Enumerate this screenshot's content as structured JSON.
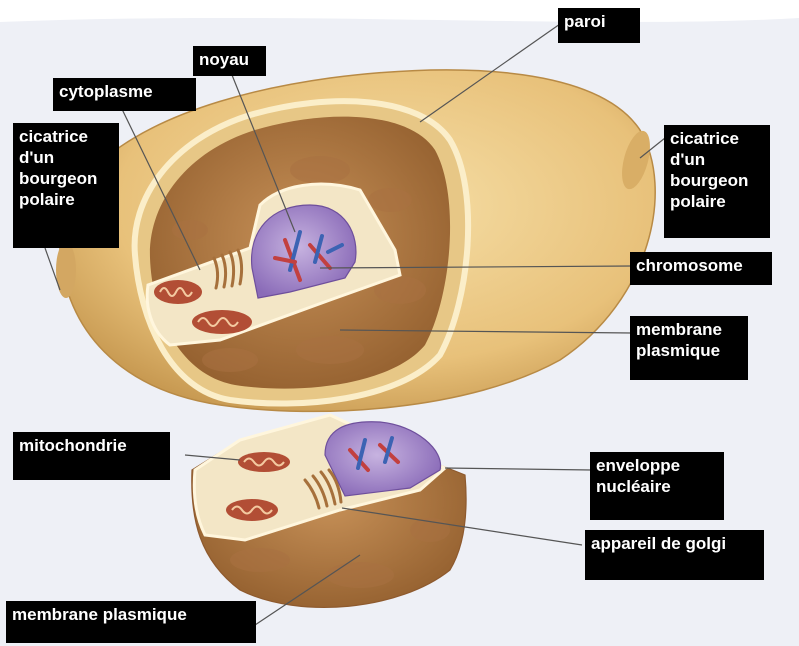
{
  "labels": {
    "paroi": "paroi",
    "noyau": "noyau",
    "cytoplasme": "cytoplasme",
    "cicatrice_left": "cicatrice\n d'un\nbourgeon\n polaire",
    "cicatrice_right": "cicatrice\n d'un\nbourgeon\n polaire",
    "chromosome": "chromosome",
    "membrane_top": "membrane\n plasmique",
    "mitochondrie": "mitochondrie",
    "enveloppe": "enveloppe\nnucléaire",
    "golgi": "appareil de golgi",
    "membrane_bottom": "membrane plasmique"
  },
  "colors": {
    "paper": "#eef0f6",
    "wall": "#ecc983",
    "wall_shadow": "#c99c55",
    "cytoplasm": "#b9834c",
    "cytoplasm_dark": "#8e5a2e",
    "inner_cream": "#f3e6c6",
    "nucleus": "#a98bc8",
    "nucleus_dark": "#7b5aa8",
    "chromosome_red": "#c2403f",
    "chromosome_blue": "#3c63b3",
    "mito": "#b24e35",
    "label_bg": "#000000",
    "label_text": "#ffffff"
  }
}
